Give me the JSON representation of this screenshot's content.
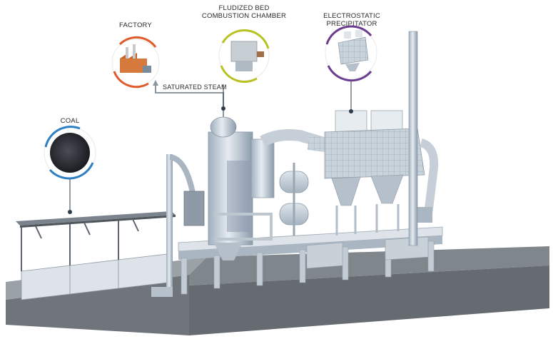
{
  "callouts": {
    "factory": "FACTORY",
    "fbc_line1": "FLUDIZED BED",
    "fbc_line2": "COMBUSTION CHAMBER",
    "esp": "ELECTROSTATIC PRECIPITATOR",
    "coal": "COAL",
    "steam": "SATURATED STEAM"
  },
  "colors": {
    "factory_ring": "#e05a2b",
    "fbc_ring": "#b8c21f",
    "esp_ring": "#6a3d8e",
    "coal_ring": "#2f7fc4",
    "structure": "#b8c4cf",
    "ground": "#6f757b"
  },
  "icons": [
    "factory-icon",
    "combustion-chamber-icon",
    "precipitator-icon",
    "coal-pile-icon"
  ]
}
